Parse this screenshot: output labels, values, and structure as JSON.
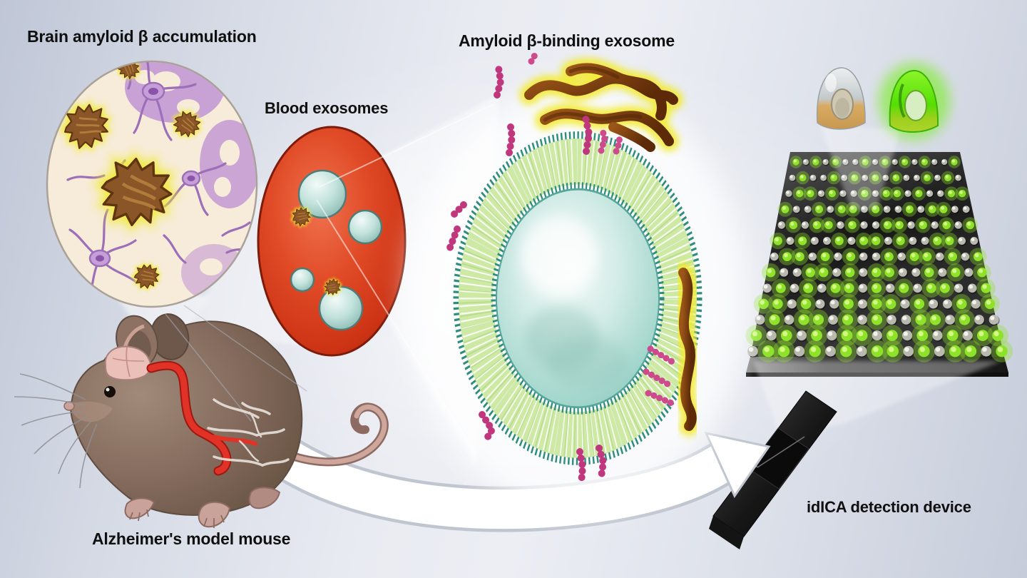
{
  "figure": {
    "title_labels": {
      "brain": "Brain amyloid β accumulation",
      "blood": "Blood exosomes",
      "exosome": "Amyloid β-binding exosome",
      "device": "idICA detection device",
      "mouse": "Alzheimer's model mouse"
    },
    "palette": {
      "background": "#dde1ea",
      "label_text": "#101010",
      "amyloid_plaque_brown": "#8a5527",
      "plaque_glow_yellow": "#f2ec2f",
      "neuron_purple": "#9c6fb8",
      "blood_red": "#d84428",
      "exosome_membrane_green": "#cde9a4",
      "exosome_core_teal": "#9dd4ca",
      "abeta_bead_pink": "#c0377e",
      "fluorescence_green": "#8ee32a",
      "chip_black": "#1d1d1d"
    },
    "microarray": {
      "rows": 13,
      "cols": 17,
      "legend": {
        "g": "fluorescent-well",
        "s": "empty-well"
      },
      "green": "#8ee32a",
      "silver": "#b9b9b0",
      "pattern": [
        "gsgsgssgsgsgsgssg",
        "sgssgsgsgsgssgsgs",
        "sggsgssgsggsgssgg",
        "gssgsggsgssgsggss",
        "sgsggsgssggsgsgsg",
        "gsgssgsggsgssggss",
        "sggsgsgssgsggsgsg",
        "gssggsgsggssgsgsg",
        "sgsgsggsgsgsggssg",
        "ggsgssgsggsgssgsg",
        "sgsggsgsgssggsgss",
        "gsgsgsggsgsgsgsgg",
        "sggsgsgsggsgsggsg"
      ]
    }
  }
}
